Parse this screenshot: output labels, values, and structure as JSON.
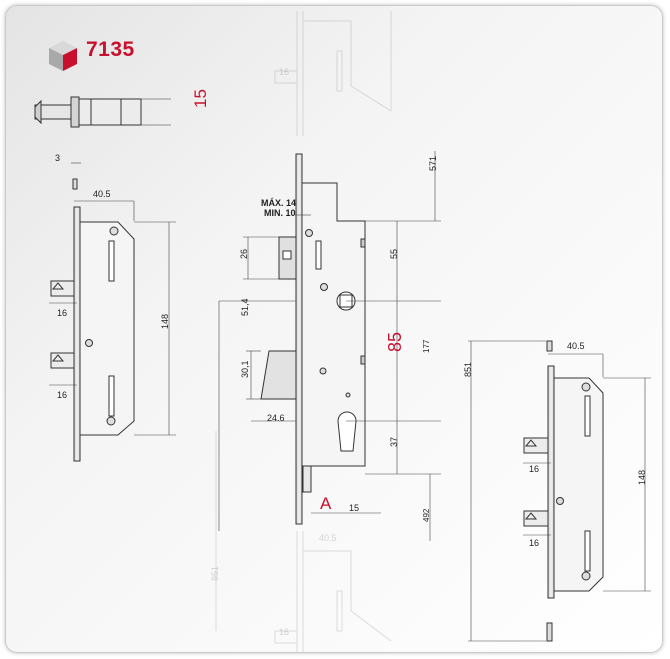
{
  "product": {
    "code": "7135",
    "accent_color": "#c8102e",
    "logo": "cube-logo-icon"
  },
  "labels": {
    "dim_15_top": "15",
    "dim_3": "3",
    "dim_40_5": "40.5",
    "dim_16": "16",
    "dim_148": "148",
    "max_14": "MÁX. 14",
    "min_10": "MIN. 10",
    "dim_571": "571",
    "dim_26": "26",
    "dim_55": "55",
    "dim_51_4": "51,4",
    "dim_85": "85",
    "dim_177": "177",
    "dim_30_1": "30,1",
    "dim_24_6": "24.6",
    "dim_37": "37",
    "dim_851": "851",
    "letter_a": "A",
    "dim_15_bottom": "15",
    "dim_492": "492"
  }
}
